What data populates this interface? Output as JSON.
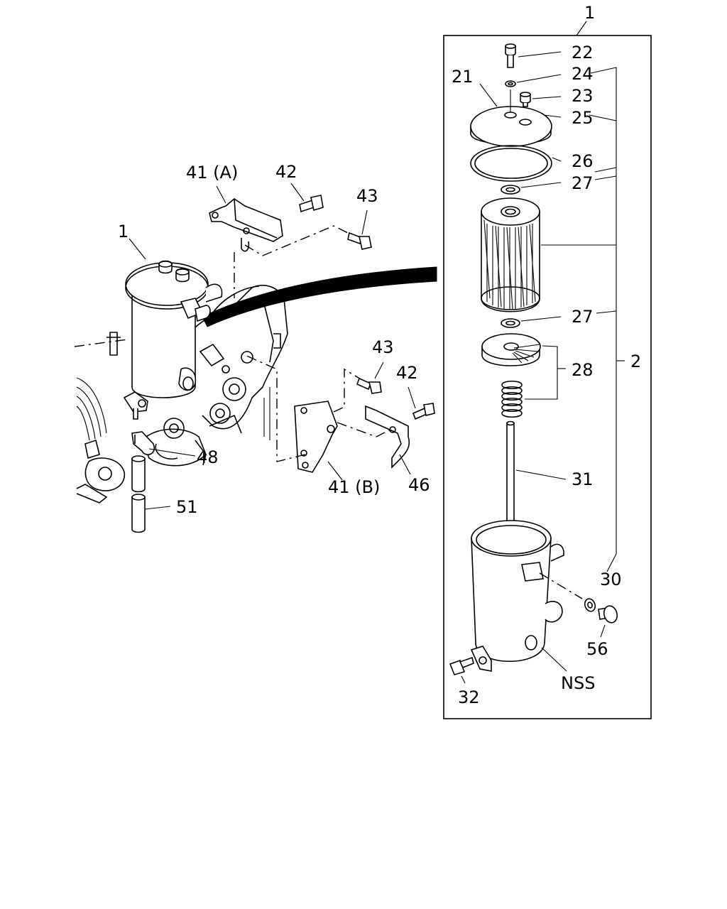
{
  "labels": {
    "box_assembly": "1",
    "assembly_left": "1",
    "bolt_22": "22",
    "washer_24": "24",
    "bolt_23": "23",
    "washer_25": "25",
    "cover_21": "21",
    "oring_26": "26",
    "seal_27_top": "27",
    "seal_27_bottom": "27",
    "element_set_2": "2",
    "spring_set_28": "28",
    "rod_31": "31",
    "washer_30": "30",
    "plug_56": "56",
    "bolt_32": "32",
    "housing_nss": "NSS",
    "bracket_41a": "41 (A)",
    "bolt_42_top": "42",
    "bolt_43_top": "43",
    "bolt_43_mid": "43",
    "bolt_42_mid": "42",
    "bracket_41b": "41 (B)",
    "bracket_46": "46",
    "clip_48": "48",
    "hose_51": "51"
  }
}
